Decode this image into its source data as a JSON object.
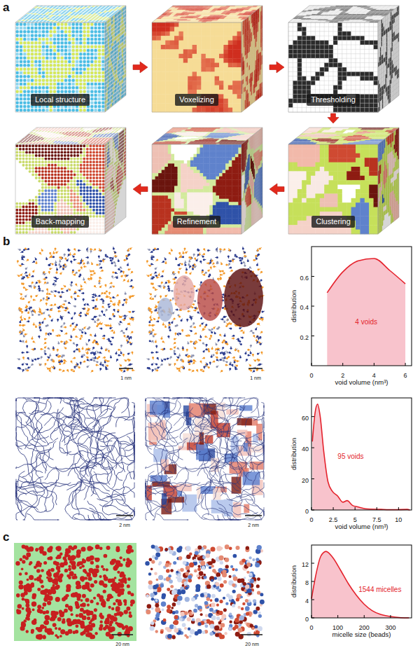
{
  "diagram": {
    "nodes": [
      {
        "text": [
          "Local structure"
        ]
      },
      {
        "text": [
          "Voxelizing"
        ]
      },
      {
        "text": [
          "Thresholding"
        ]
      },
      {
        "text": [
          "Back-mapping"
        ]
      },
      {
        "text": [
          "Refinement"
        ]
      },
      {
        "text": [
          "Clustering"
        ]
      }
    ],
    "edges": [
      {
        "from": 0,
        "to": 1,
        "arrow": "to"
      },
      {
        "from": 1,
        "to": 2,
        "arrow": "to"
      },
      {
        "from": 2,
        "to": 5,
        "arrow": "to"
      },
      {
        "from": 5,
        "to": 4,
        "arrow": "to"
      },
      {
        "from": 4,
        "to": 3,
        "arrow": "to"
      }
    ],
    "labels": [
      "a",
      "b",
      "1 nm",
      "1 nm",
      "distribution",
      "0.6",
      "0.4",
      "0.2",
      "0",
      "2",
      "4",
      "6",
      "void volume (nm³)",
      "4 voids",
      "2 nm",
      "2 nm",
      "distribution",
      "60",
      "40",
      "20",
      "0",
      "0",
      "2.5",
      "5",
      "7.5",
      "10",
      "void volume (nm³)",
      "95 voids",
      "c",
      "20 nm",
      "20 nm",
      "distribution",
      "12",
      "8",
      "4",
      "0",
      "0",
      "100",
      "200",
      "300",
      "micelle size (beads)",
      "1544 micelles"
    ]
  }
}
